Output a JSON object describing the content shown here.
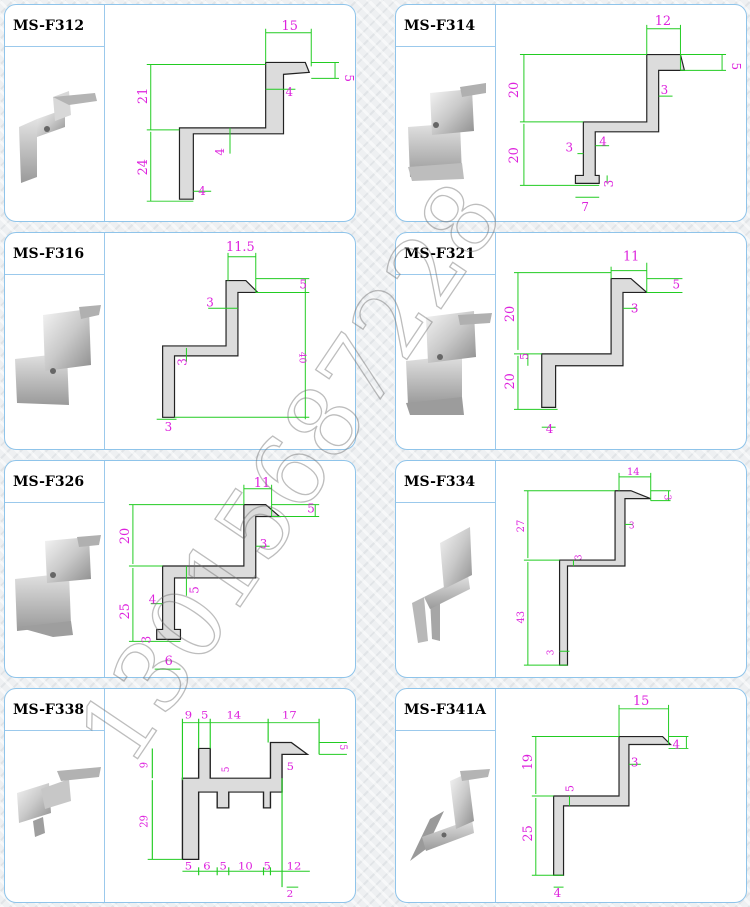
{
  "products": [
    {
      "model": "MS-F312",
      "dims": [
        "15",
        "5",
        "21",
        "4",
        "4",
        "24",
        "4"
      ]
    },
    {
      "model": "MS-F314",
      "dims": [
        "12",
        "5",
        "20",
        "3",
        "3",
        "4",
        "20",
        "3",
        "7"
      ]
    },
    {
      "model": "MS-F316",
      "dims": [
        "11.5",
        "5",
        "3",
        "3",
        "40",
        "3"
      ]
    },
    {
      "model": "MS-F321",
      "dims": [
        "11",
        "5",
        "20",
        "3",
        "5",
        "20",
        "4"
      ]
    },
    {
      "model": "MS-F326",
      "dims": [
        "11",
        "5",
        "20",
        "3",
        "4",
        "5",
        "25",
        "3",
        "6"
      ]
    },
    {
      "model": "MS-F334",
      "dims": [
        "14",
        "3",
        "27",
        "3",
        "3",
        "43",
        "3"
      ]
    },
    {
      "model": "MS-F338",
      "dims": [
        "9",
        "5",
        "14",
        "17",
        "5",
        "9",
        "5",
        "5",
        "29",
        "5",
        "6",
        "5",
        "10",
        "5",
        "12",
        "2"
      ]
    },
    {
      "model": "MS-F341A",
      "dims": [
        "15",
        "4",
        "19",
        "3",
        "5",
        "25",
        "4"
      ]
    }
  ],
  "watermark": "13015687228",
  "colors": {
    "border": "#8fc4ea",
    "dimension_line": "#22cc22",
    "dimension_text": "#dd22dd",
    "profile_fill": "#dcdcdc"
  }
}
